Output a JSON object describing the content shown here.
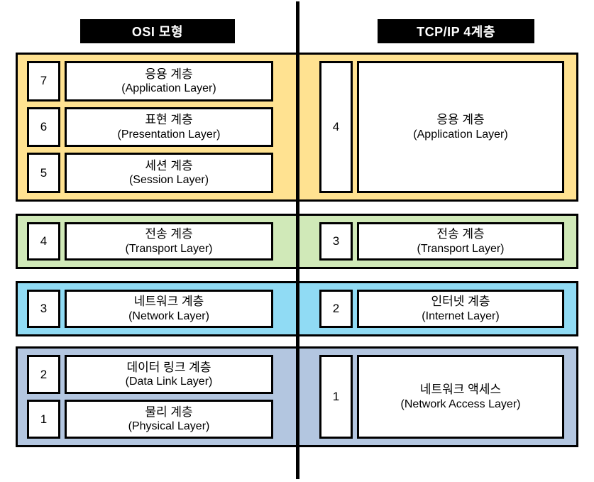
{
  "diagram": {
    "headers": {
      "left": "OSI 모형",
      "right": "TCP/IP 4계층"
    },
    "colors": {
      "application_band": "#FFE291",
      "transport_band": "#D0E9B8",
      "network_band": "#90DBF4",
      "link_band": "#B3C6E0",
      "header_bg": "#000000",
      "header_text": "#FFFFFF",
      "border": "#000000"
    },
    "columns": [
      {
        "name": "osi-model",
        "groups": [
          {
            "color": "#FFE291",
            "rows": [
              {
                "num": "7",
                "ko": "응용 계층",
                "en": "(Application Layer)"
              },
              {
                "num": "6",
                "ko": "표현 계층",
                "en": "(Presentation Layer)"
              },
              {
                "num": "5",
                "ko": "세션 계층",
                "en": "(Session Layer)"
              }
            ]
          },
          {
            "color": "#D0E9B8",
            "rows": [
              {
                "num": "4",
                "ko": "전송 계층",
                "en": "(Transport Layer)"
              }
            ]
          },
          {
            "color": "#90DBF4",
            "rows": [
              {
                "num": "3",
                "ko": "네트워크 계층",
                "en": "(Network Layer)"
              }
            ]
          },
          {
            "color": "#B3C6E0",
            "rows": [
              {
                "num": "2",
                "ko": "데이터 링크 계층",
                "en": "(Data Link Layer)"
              },
              {
                "num": "1",
                "ko": "물리 계층",
                "en": "(Physical Layer)"
              }
            ]
          }
        ]
      },
      {
        "name": "tcpip-model",
        "groups": [
          {
            "color": "#FFE291",
            "rows": [
              {
                "num": "4",
                "ko": "응용 계층",
                "en": "(Application Layer)"
              }
            ]
          },
          {
            "color": "#D0E9B8",
            "rows": [
              {
                "num": "3",
                "ko": "전송 계층",
                "en": "(Transport Layer)"
              }
            ]
          },
          {
            "color": "#90DBF4",
            "rows": [
              {
                "num": "2",
                "ko": "인터넷 계층",
                "en": "(Internet Layer)"
              }
            ]
          },
          {
            "color": "#B3C6E0",
            "rows": [
              {
                "num": "1",
                "ko": "네트워크 액세스",
                "en": "(Network Access Layer)"
              }
            ]
          }
        ]
      }
    ]
  }
}
